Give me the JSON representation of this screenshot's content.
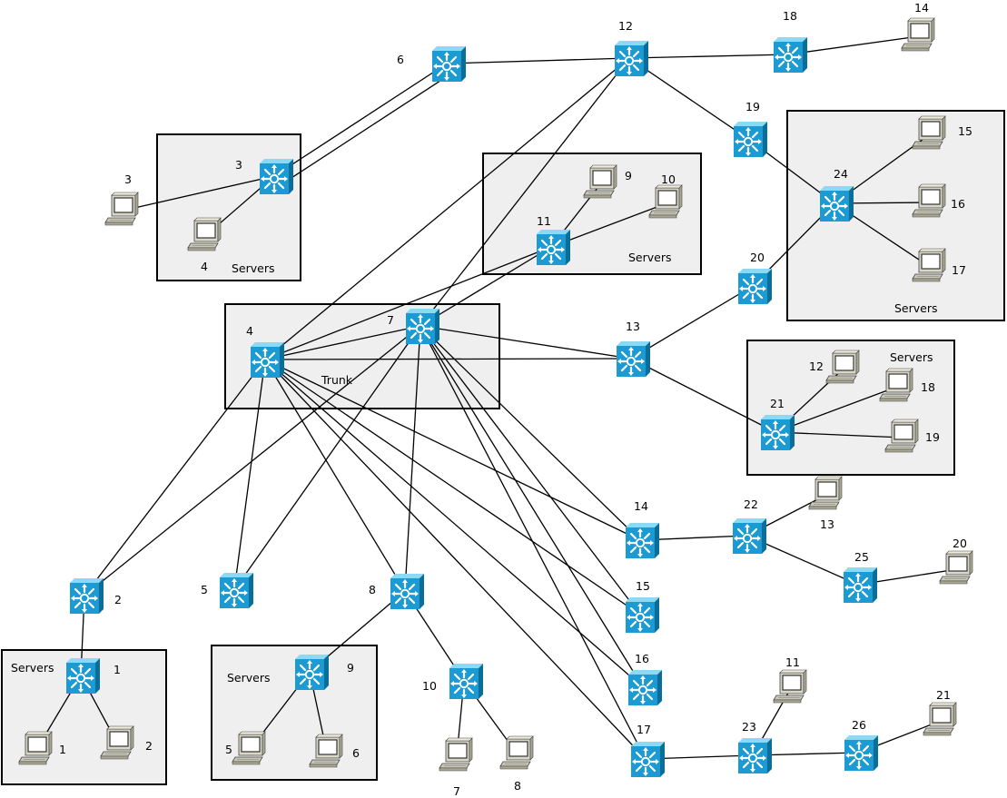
{
  "groups": [
    {
      "id": "g3",
      "label": "Servers"
    },
    {
      "id": "g11",
      "label": "Servers"
    },
    {
      "id": "g24",
      "label": "Servers"
    },
    {
      "id": "g21",
      "label": "Servers"
    },
    {
      "id": "gTrunk",
      "label": "Trunk"
    },
    {
      "id": "g1",
      "label": "Servers"
    },
    {
      "id": "g9",
      "label": "Servers"
    }
  ],
  "switches": [
    {
      "id": "s1",
      "label": "1"
    },
    {
      "id": "s2",
      "label": "2"
    },
    {
      "id": "s3",
      "label": "3"
    },
    {
      "id": "s4",
      "label": "4"
    },
    {
      "id": "s5",
      "label": "5"
    },
    {
      "id": "s6",
      "label": "6"
    },
    {
      "id": "s7",
      "label": "7"
    },
    {
      "id": "s8",
      "label": "8"
    },
    {
      "id": "s9",
      "label": "9"
    },
    {
      "id": "s10",
      "label": "10"
    },
    {
      "id": "s11",
      "label": "11"
    },
    {
      "id": "s12",
      "label": "12"
    },
    {
      "id": "s13",
      "label": "13"
    },
    {
      "id": "s14",
      "label": "14"
    },
    {
      "id": "s15",
      "label": "15"
    },
    {
      "id": "s16",
      "label": "16"
    },
    {
      "id": "s17",
      "label": "17"
    },
    {
      "id": "s18",
      "label": "18"
    },
    {
      "id": "s19",
      "label": "19"
    },
    {
      "id": "s20",
      "label": "20"
    },
    {
      "id": "s21",
      "label": "21"
    },
    {
      "id": "s22",
      "label": "22"
    },
    {
      "id": "s23",
      "label": "23"
    },
    {
      "id": "s24",
      "label": "24"
    },
    {
      "id": "s25",
      "label": "25"
    },
    {
      "id": "s26",
      "label": "26"
    }
  ],
  "hosts": [
    {
      "id": "h1",
      "label": "1"
    },
    {
      "id": "h2",
      "label": "2"
    },
    {
      "id": "h3",
      "label": "3"
    },
    {
      "id": "h4",
      "label": "4"
    },
    {
      "id": "h5",
      "label": "5"
    },
    {
      "id": "h6",
      "label": "6"
    },
    {
      "id": "h7",
      "label": "7"
    },
    {
      "id": "h8",
      "label": "8"
    },
    {
      "id": "h9",
      "label": "9"
    },
    {
      "id": "h10",
      "label": "10"
    },
    {
      "id": "h11",
      "label": "11"
    },
    {
      "id": "h12",
      "label": "12"
    },
    {
      "id": "h13",
      "label": "13"
    },
    {
      "id": "h14",
      "label": "14"
    },
    {
      "id": "h15",
      "label": "15"
    },
    {
      "id": "h16",
      "label": "16"
    },
    {
      "id": "h17",
      "label": "17"
    },
    {
      "id": "h18",
      "label": "18"
    },
    {
      "id": "h19",
      "label": "19"
    },
    {
      "id": "h20",
      "label": "20"
    },
    {
      "id": "h21",
      "label": "21"
    }
  ],
  "links": [
    [
      "s3",
      "s6"
    ],
    [
      "s3",
      "s6"
    ],
    [
      "s3",
      "h3"
    ],
    [
      "s3",
      "h4"
    ],
    [
      "s6",
      "s12"
    ],
    [
      "s12",
      "s18"
    ],
    [
      "s18",
      "h14"
    ],
    [
      "s12",
      "s19"
    ],
    [
      "s12",
      "s4"
    ],
    [
      "s12",
      "s7"
    ],
    [
      "s19",
      "s24"
    ],
    [
      "s20",
      "s24"
    ],
    [
      "s24",
      "h15"
    ],
    [
      "s24",
      "h16"
    ],
    [
      "s24",
      "h17"
    ],
    [
      "s11",
      "h9"
    ],
    [
      "s11",
      "h10"
    ],
    [
      "s11",
      "s4"
    ],
    [
      "s11",
      "s7"
    ],
    [
      "s4",
      "s7"
    ],
    [
      "s4",
      "s13"
    ],
    [
      "s7",
      "s13"
    ],
    [
      "s13",
      "s20"
    ],
    [
      "s13",
      "s21"
    ],
    [
      "s21",
      "h12"
    ],
    [
      "s21",
      "h18"
    ],
    [
      "s21",
      "h19"
    ],
    [
      "s4",
      "s2"
    ],
    [
      "s7",
      "s2"
    ],
    [
      "s4",
      "s5"
    ],
    [
      "s7",
      "s5"
    ],
    [
      "s4",
      "s8"
    ],
    [
      "s7",
      "s8"
    ],
    [
      "s4",
      "s14"
    ],
    [
      "s4",
      "s15"
    ],
    [
      "s4",
      "s16"
    ],
    [
      "s4",
      "s17"
    ],
    [
      "s7",
      "s14"
    ],
    [
      "s7",
      "s15"
    ],
    [
      "s7",
      "s16"
    ],
    [
      "s7",
      "s17"
    ],
    [
      "s14",
      "s22"
    ],
    [
      "s22",
      "h13"
    ],
    [
      "s22",
      "s25"
    ],
    [
      "s25",
      "h20"
    ],
    [
      "s17",
      "s23"
    ],
    [
      "s23",
      "h11"
    ],
    [
      "s23",
      "s26"
    ],
    [
      "s26",
      "h21"
    ],
    [
      "s2",
      "s1"
    ],
    [
      "s1",
      "h1"
    ],
    [
      "s1",
      "h2"
    ],
    [
      "s8",
      "s9"
    ],
    [
      "s9",
      "h5"
    ],
    [
      "s9",
      "h6"
    ],
    [
      "s8",
      "s10"
    ],
    [
      "s10",
      "h7"
    ],
    [
      "s10",
      "h8"
    ]
  ]
}
